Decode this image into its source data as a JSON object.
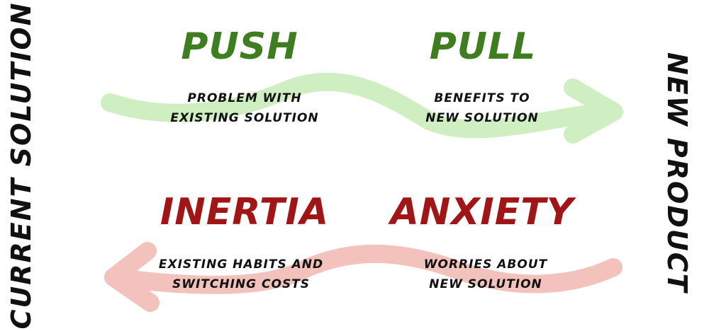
{
  "sides": {
    "left": "CURRENT SOLUTION",
    "right": "NEW PRODUCT"
  },
  "forces": {
    "push": {
      "title": "PUSH",
      "line1": "PROBLEM WITH",
      "line2": "EXISTING SOLUTION"
    },
    "pull": {
      "title": "PULL",
      "line1": "BENEFITS TO",
      "line2": "NEW SOLUTION"
    },
    "inertia": {
      "title": "INERTIA",
      "line1": "EXISTING HABITS AND",
      "line2": "SWITCHING COSTS"
    },
    "anxiety": {
      "title": "ANXIETY",
      "line1": "WORRIES ABOUT",
      "line2": "NEW SOLUTION"
    }
  },
  "colors": {
    "positive_text": "#3f7d21",
    "negative_text": "#a01515",
    "positive_arrow": "#cfeec2",
    "negative_arrow": "#f3c2bc"
  }
}
